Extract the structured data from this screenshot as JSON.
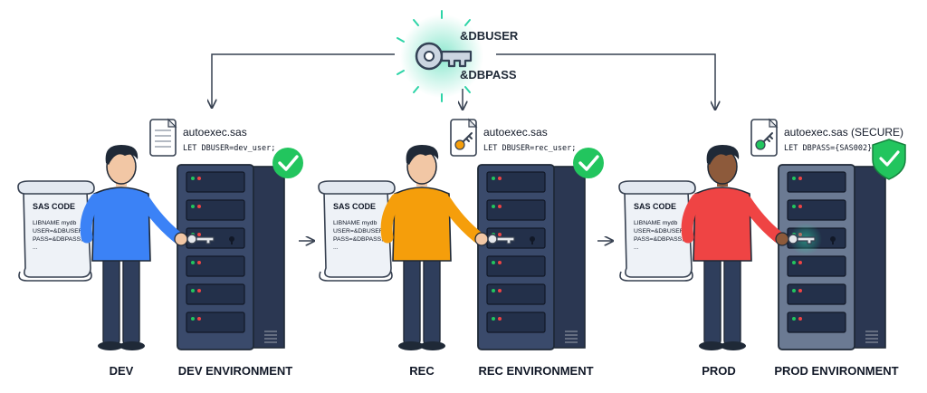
{
  "master_key": {
    "line1": "&DBUSER",
    "line2": "&DBPASS",
    "icon": "glowing-key-icon",
    "glow_color": "#2dd4a7"
  },
  "colors": {
    "server_body": "#3a4a6b",
    "server_dark": "#2b3752",
    "check": "#22c55e",
    "dev_shirt": "#3b82f6",
    "rec_shirt": "#f59e0b",
    "prod_shirt": "#ef4444",
    "pants": "#2f3e5c"
  },
  "environments": [
    {
      "id": "dev",
      "person_label": "DEV",
      "env_label": "DEV ENVIRONMENT",
      "file": {
        "name": "autoexec.sas",
        "line": "LET DBUSER=dev_user;",
        "icon": "text-document-icon"
      },
      "scroll": {
        "title": "SAS CODE",
        "lines": [
          "LIBNAME mydb",
          "USER=&DBUSER",
          "PASS=&DBPASS;",
          "..."
        ]
      },
      "badge": "check-icon"
    },
    {
      "id": "rec",
      "person_label": "REC",
      "env_label": "REC ENVIRONMENT",
      "file": {
        "name": "autoexec.sas",
        "line": "LET DBUSER=rec_user;",
        "icon": "key-document-icon"
      },
      "scroll": {
        "title": "SAS CODE",
        "lines": [
          "LIBNAME mydb",
          "USER=&DBUSER",
          "PASS=&DBPASS;",
          "..."
        ]
      },
      "badge": "check-icon"
    },
    {
      "id": "prod",
      "person_label": "PROD",
      "env_label": "PROD ENVIRONMENT",
      "file": {
        "name": "autoexec.sas (SECURE)",
        "line": "LET DBPASS={SAS002}...",
        "icon": "secure-key-document-icon"
      },
      "scroll": {
        "title": "SAS CODE",
        "lines": [
          "LIBNAME mydb",
          "USER=&DBUSER",
          "PASS=&DBPASS;",
          "..."
        ]
      },
      "badge": "shield-check-icon"
    }
  ]
}
